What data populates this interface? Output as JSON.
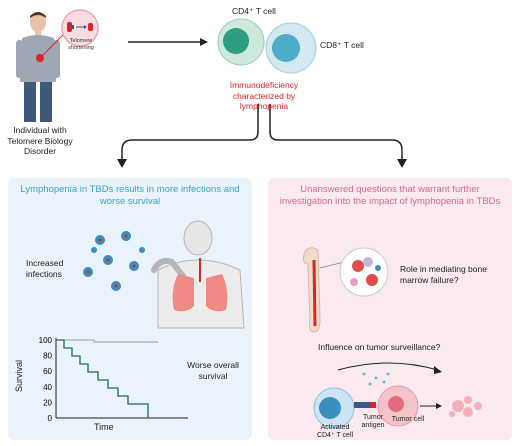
{
  "top": {
    "individual_label": "Individual with Telomere Biology Disorder",
    "telomere_label": "Telomere shortening",
    "cd4_label": "CD4⁺ T cell",
    "cd8_label": "CD8⁺ T cell",
    "immunodeficiency_label": "Immunodeficiency characterized by lymphopenia"
  },
  "left_panel": {
    "title": "Lymphopenia in TBDs results in more infections and worse survival",
    "infections_label": "Increased infections",
    "survival_label": "Worse overall survival",
    "y_axis_label": "Survival",
    "x_axis_label": "Time",
    "y_ticks": [
      "100",
      "80",
      "60",
      "40",
      "20",
      "0"
    ]
  },
  "right_panel": {
    "title": "Unanswered questions that warrant further investigation into the impact of lymphopenia in TBDs",
    "bone_marrow_label": "Role in mediating bone marrow failure?",
    "tumor_question": "Influence on tumor surveillance?",
    "activated_label": "Activated CD4⁺ T cell",
    "antigen_label": "Tumor antigen",
    "tumor_cell_label": "Tumor cell"
  },
  "colors": {
    "left_title": "#3da1c8",
    "right_title": "#d06b8f",
    "red_text": "#d9252a",
    "cd4_fill": "#2e9e80",
    "cd8_fill": "#4aaec8",
    "survival_line": "#1e6b5e",
    "control_line": "#999999"
  }
}
